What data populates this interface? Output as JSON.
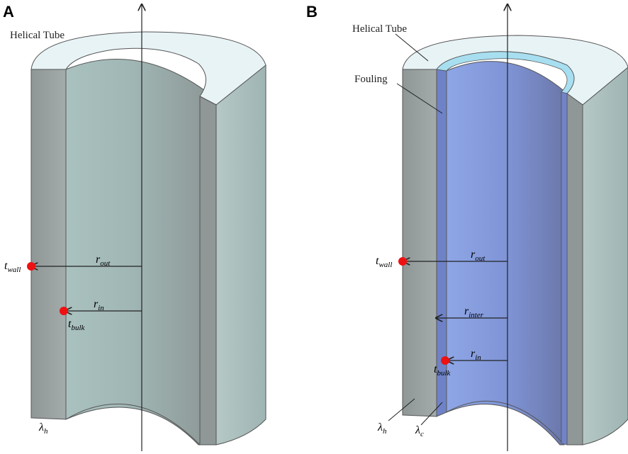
{
  "panels": [
    {
      "letter": "A",
      "title": "Helical Tube",
      "r_out": {
        "base": "r",
        "sub": "out"
      },
      "r_in": {
        "base": "r",
        "sub": "in"
      },
      "t_wall": {
        "base": "t",
        "sub": "wall"
      },
      "t_bulk": {
        "base": "t",
        "sub": "bulk"
      },
      "lambda_h": {
        "base": "λ",
        "sub": "h"
      }
    },
    {
      "letter": "B",
      "title": "Helical Tube",
      "fouling": "Fouling",
      "r_out": {
        "base": "r",
        "sub": "out"
      },
      "r_inter": {
        "base": "r",
        "sub": "inter"
      },
      "r_in": {
        "base": "r",
        "sub": "in"
      },
      "t_wall": {
        "base": "t",
        "sub": "wall"
      },
      "t_bulk": {
        "base": "t",
        "sub": "bulk"
      },
      "lambda_h": {
        "base": "λ",
        "sub": "h"
      },
      "lambda_c": {
        "base": "λ",
        "sub": "c"
      }
    }
  ],
  "colors": {
    "tube_outer": "#a9bfbd",
    "tube_inner": "#9fb6b4",
    "tube_cut": "#9a9e9e",
    "tube_top": "#e8f3f6",
    "fouling_inner": "#7f94d6",
    "fouling_ring": "#a7dff0",
    "marker": "#ee1111"
  }
}
